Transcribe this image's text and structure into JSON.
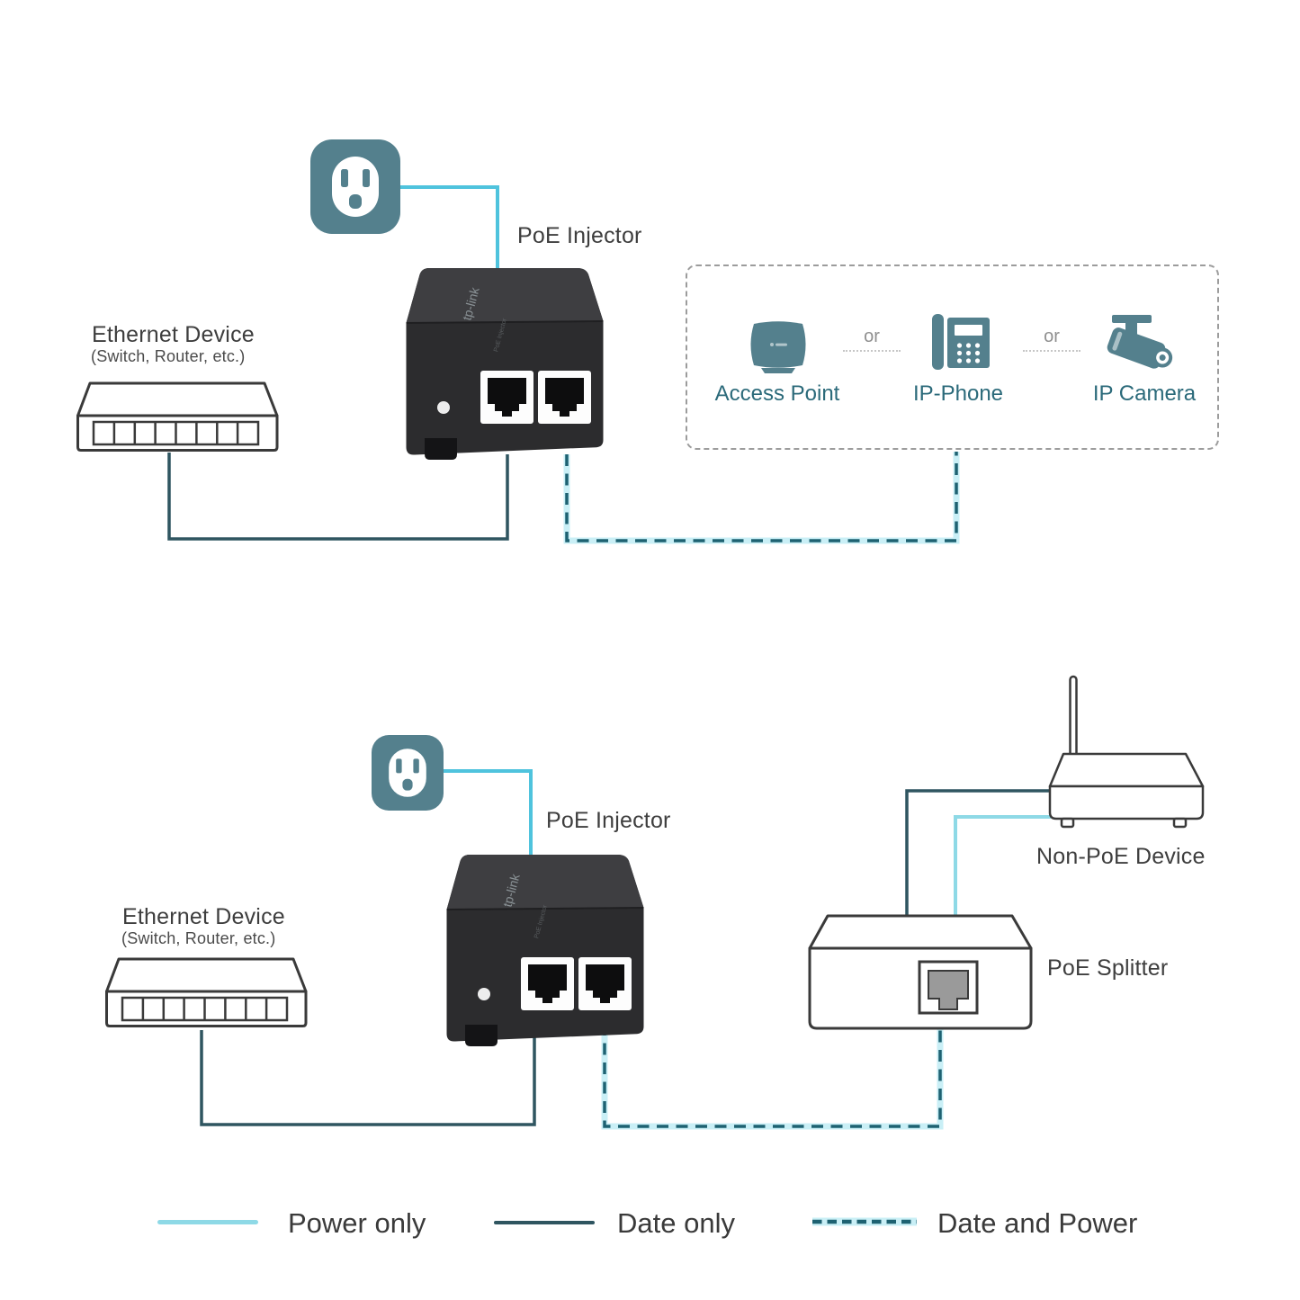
{
  "colors": {
    "teal_icon": "#54808D",
    "teal_label": "#2B6A7A",
    "cyan_power": "#4FC3DD",
    "cyan_power_light": "#8ED9E6",
    "line_dark": "#2F5560",
    "dash_dark": "#1E6272",
    "dash_underlay": "#C9EFF6",
    "outline": "#3A3A3A",
    "body_top": "#3E3E41",
    "body_front": "#2C2C2E",
    "text_dark": "#3E3E3E",
    "text_gray": "#8F8F8F",
    "box_border": "#9C9C9C",
    "port_inner_gray": "#9A9A9A"
  },
  "top": {
    "injector_label": "PoE Injector",
    "ethernet": {
      "title": "Ethernet Device",
      "subtitle": "(Switch, Router, etc.)"
    },
    "or": "or",
    "devices": [
      {
        "label": "Access Point"
      },
      {
        "label": "IP-Phone"
      },
      {
        "label": "IP Camera"
      }
    ]
  },
  "bottom": {
    "injector_label": "PoE Injector",
    "ethernet": {
      "title": "Ethernet Device",
      "subtitle": "(Switch, Router, etc.)"
    },
    "non_poe_label": "Non-PoE Device",
    "splitter_label": "PoE Splitter"
  },
  "legend": {
    "items": [
      {
        "label": "Power only",
        "style": "solid-light"
      },
      {
        "label": "Date only",
        "style": "solid-dark"
      },
      {
        "label": "Date and Power",
        "style": "dashed"
      }
    ]
  }
}
